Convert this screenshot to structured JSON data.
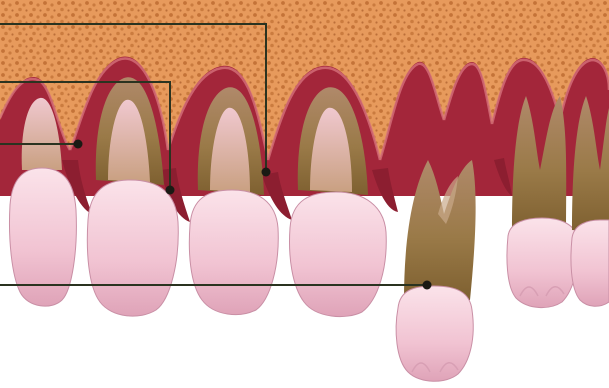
{
  "figure": {
    "kind": "labeled-illustration",
    "subject_icon": "teeth-cross-section-illustration",
    "printed_text": [],
    "callout_leaders": [
      {
        "id": "bone-leader"
      },
      {
        "id": "gingiva-leader"
      },
      {
        "id": "root-leader"
      },
      {
        "id": "crown-leader"
      }
    ]
  },
  "colors": {
    "background": "#ffffff",
    "bone": "#e79a5c",
    "bone_trabeculae": "#b8652c",
    "gum": "#a3263a",
    "gum_highlight": "#d4707a",
    "root": "#8a6a36",
    "crown": "#f5cdd9",
    "crown_shade": "#d89fb4",
    "leader_line": "#2a3320",
    "leader_dot": "#1a1a14"
  }
}
